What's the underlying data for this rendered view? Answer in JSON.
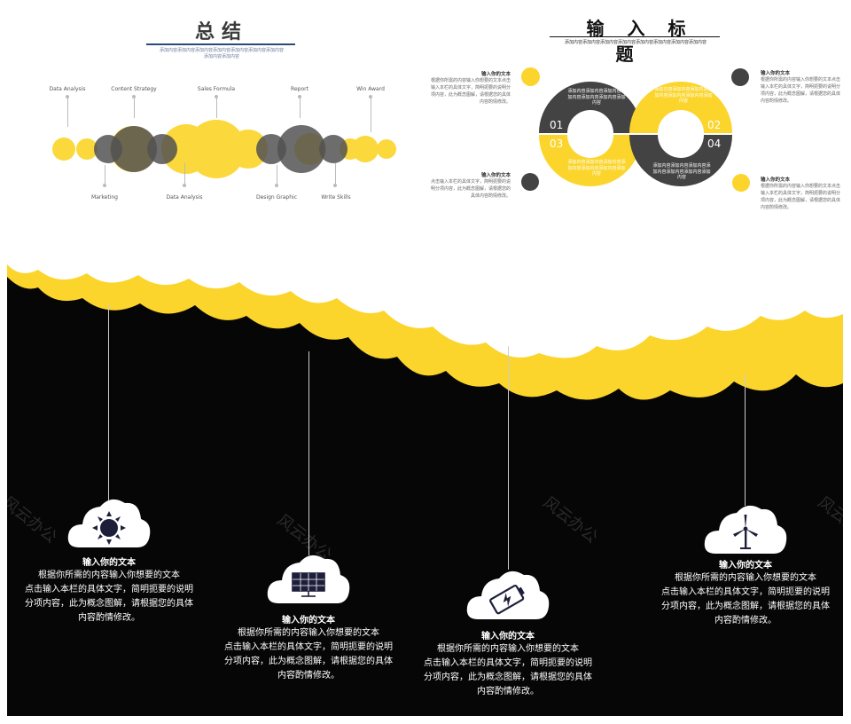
{
  "summary_panel": {
    "title": "总结",
    "subtitle": "添加内容添加内容添加内容添加内容添加内容添加内容添加内容添加内容添加内容",
    "top_labels": [
      "Data Analysis",
      "Content Strategy",
      "Sales Formula",
      "Report",
      "Win Award"
    ],
    "bottom_labels": [
      "Marketing",
      "Data Analysis",
      "Design Graphic",
      "Write Skills"
    ]
  },
  "infinity_panel": {
    "title": "输入标题",
    "subtitle": "添加内容添加内容添加内容添加内容添加内容添加内容添加内容添加内容",
    "segment_text": "添加内容添加内容添加内容添加内容添加内容添加内容添加内容",
    "numbers": [
      "01",
      "02",
      "03",
      "04"
    ],
    "items": [
      {
        "heading": "输入你的文本",
        "body": "根据你所需的内容输入你想要的文本点击输入本栏的具体文字，简明扼要的说明分项内容，此为概念图解，请根据您的具体内容酌情修改。"
      },
      {
        "heading": "输入你的文本",
        "body": "根据你所需的内容输入你想要的文本点击输入本栏的具体文字，简明扼要的说明分项内容，此为概念图解，请根据您的具体内容酌情修改。"
      },
      {
        "heading": "输入你的文本",
        "body": "点击输入本栏的具体文字，简明扼要的说明分项内容，此为概念图解，请根据您的具体内容酌情修改。"
      },
      {
        "heading": "输入你的文本",
        "body": "根据你所需的内容输入你想要的文本点击输入本栏的具体文字，简明扼要的说明分项内容，此为概念图解，请根据您的具体内容酌情修改。"
      }
    ],
    "colors": {
      "yellow": "#fbd52c",
      "dark": "#434343"
    }
  },
  "clouds_panel": {
    "watermark": "风云办公",
    "cards": [
      {
        "icon": "sun-icon",
        "heading": "输入你的文本",
        "lines": [
          "根据你所需的内容输入你想要的文本",
          "点击输入本栏的具体文字，简明扼要的说明",
          "分项内容，此为概念图解，请根据您的具体",
          "内容酌情修改。"
        ]
      },
      {
        "icon": "solar-panel-icon",
        "heading": "输入你的文本",
        "lines": [
          "根据你所需的内容输入你想要的文本",
          "点击输入本栏的具体文字，简明扼要的说明",
          "分项内容，此为概念图解，请根据您的具体",
          "内容酌情修改。"
        ]
      },
      {
        "icon": "battery-charging-icon",
        "heading": "输入你的文本",
        "lines": [
          "根据你所需的内容输入你想要的文本",
          "点击输入本栏的具体文字，简明扼要的说明",
          "分项内容，此为概念图解，请根据您的具体",
          "内容酌情修改。"
        ]
      },
      {
        "icon": "wind-turbine-icon",
        "heading": "输入你的文本",
        "lines": [
          "根据你所需的内容输入你想要的文本",
          "点击输入本栏的具体文字，简明扼要的说明",
          "分项内容，此为概念图解，请根据您的具体",
          "内容酌情修改。"
        ]
      }
    ],
    "colors": {
      "background": "#060606",
      "cloud_yellow": "#fbd52c",
      "cloud_white": "#ffffff",
      "icon": "#1d1f3a"
    }
  }
}
